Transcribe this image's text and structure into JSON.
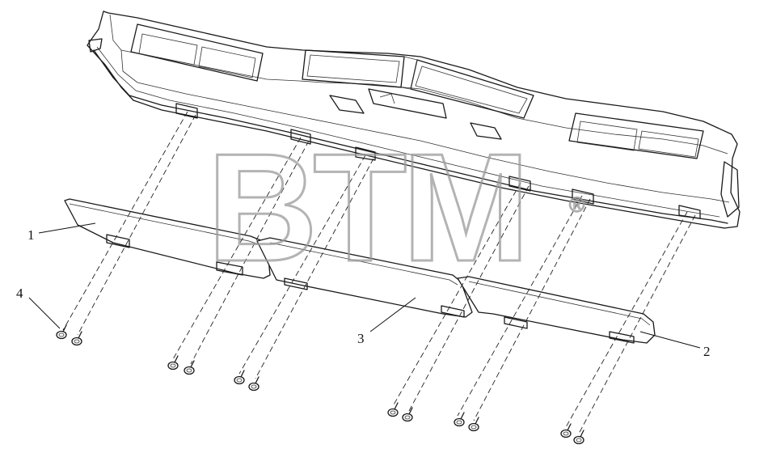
{
  "diagram": {
    "watermark": "BTM",
    "watermark_mark": "®",
    "callouts": [
      {
        "id": "1",
        "label": "1"
      },
      {
        "id": "2",
        "label": "2"
      },
      {
        "id": "3",
        "label": "3"
      },
      {
        "id": "4",
        "label": "4"
      }
    ]
  }
}
